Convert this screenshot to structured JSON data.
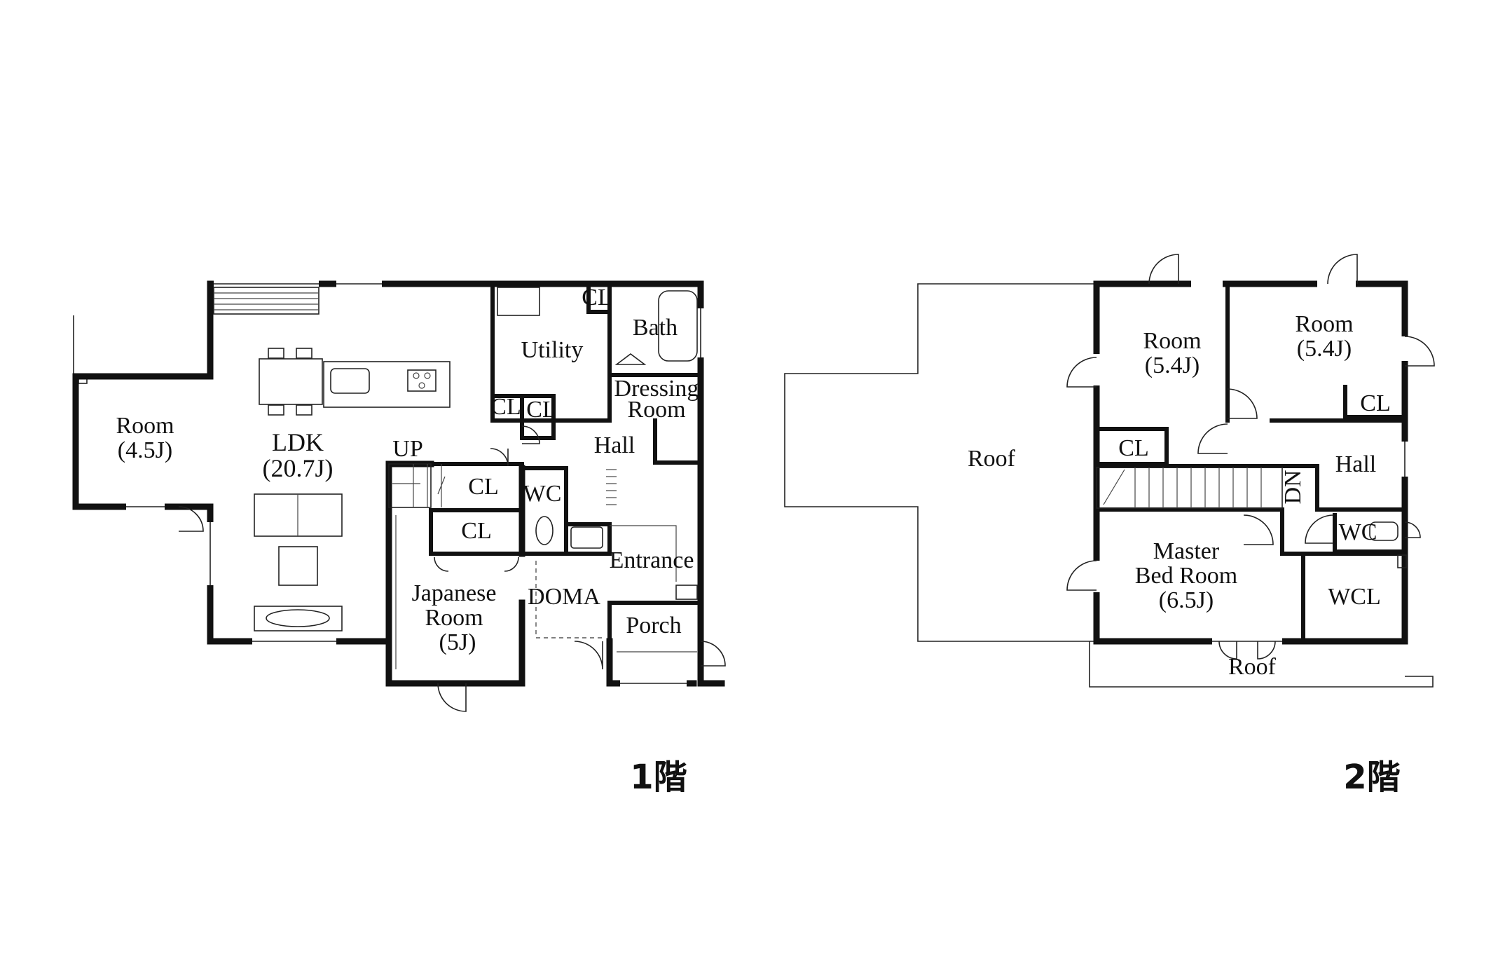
{
  "floor1": {
    "caption": "1階",
    "rooms": {
      "room": {
        "name": "Room",
        "size": "(4.5J)"
      },
      "ldk": {
        "name": "LDK",
        "size": "(20.7J)"
      },
      "up": "UP",
      "cl_stair": "CL",
      "cl_japanese": "CL",
      "japanese": {
        "line1": "Japanese",
        "line2": "Room",
        "size": "(5J)"
      },
      "utility": "Utility",
      "cl_top": "CL",
      "cl_util1": "CL",
      "cl_util2": "CL",
      "bath": "Bath",
      "dressing": {
        "line1": "Dressing",
        "line2": "Room"
      },
      "hall": "Hall",
      "wc": "WC",
      "entrance": "Entrance",
      "doma": "DOMA",
      "porch": "Porch"
    }
  },
  "floor2": {
    "caption": "2階",
    "rooms": {
      "roof_left": "Roof",
      "room_a": {
        "name": "Room",
        "size": "(5.4J)"
      },
      "room_b": {
        "name": "Room",
        "size": "(5.4J)"
      },
      "cl_left": "CL",
      "cl_right": "CL",
      "hall": "Hall",
      "dn": "DN",
      "wc": "WC",
      "master": {
        "line1": "Master",
        "line2": "Bed Room",
        "size": "(6.5J)"
      },
      "wcl": "WCL",
      "roof_bottom": "Roof"
    }
  }
}
